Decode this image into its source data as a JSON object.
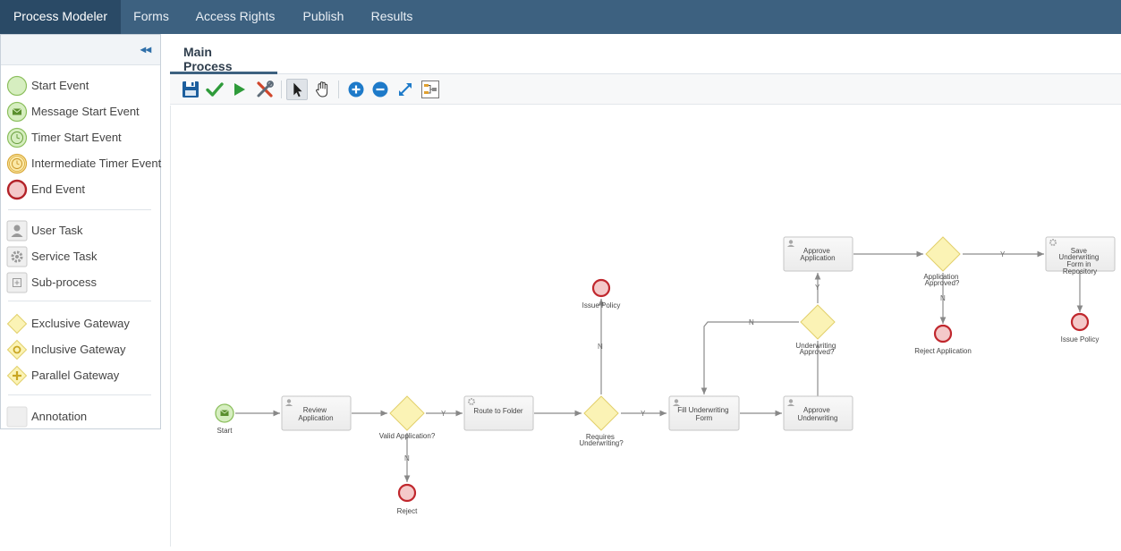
{
  "nav": {
    "items": [
      {
        "label": "Process Modeler",
        "active": true
      },
      {
        "label": "Forms"
      },
      {
        "label": "Access Rights"
      },
      {
        "label": "Publish"
      },
      {
        "label": "Results"
      }
    ]
  },
  "palette": {
    "collapse_icon": "double-chevron-left-icon",
    "events": [
      {
        "label": "Start Event",
        "icon": "start-event-icon"
      },
      {
        "label": "Message Start Event",
        "icon": "message-start-event-icon"
      },
      {
        "label": "Timer Start Event",
        "icon": "timer-start-event-icon"
      },
      {
        "label": "Intermediate Timer Event",
        "icon": "intermediate-timer-event-icon"
      },
      {
        "label": "End Event",
        "icon": "end-event-icon"
      }
    ],
    "tasks": [
      {
        "label": "User Task",
        "icon": "user-task-icon"
      },
      {
        "label": "Service Task",
        "icon": "service-task-icon"
      },
      {
        "label": "Sub-process",
        "icon": "sub-process-icon"
      }
    ],
    "gateways": [
      {
        "label": "Exclusive Gateway",
        "icon": "exclusive-gateway-icon"
      },
      {
        "label": "Inclusive Gateway",
        "icon": "inclusive-gateway-icon"
      },
      {
        "label": "Parallel Gateway",
        "icon": "parallel-gateway-icon"
      }
    ],
    "other": [
      {
        "label": "Annotation",
        "icon": "annotation-icon"
      }
    ]
  },
  "tabs": [
    {
      "label": "Main Process",
      "active": true
    }
  ],
  "toolbar": [
    {
      "name": "save-icon",
      "tooltip": ""
    },
    {
      "name": "validate-check-icon"
    },
    {
      "name": "run-play-icon"
    },
    {
      "name": "tools-icon"
    },
    {
      "name": "pointer-icon",
      "selected": true
    },
    {
      "name": "hand-pan-icon"
    },
    {
      "name": "zoom-in-icon"
    },
    {
      "name": "zoom-out-icon"
    },
    {
      "name": "fit-expand-icon"
    },
    {
      "name": "layout-icon"
    }
  ],
  "diagram": {
    "start": "Start",
    "review_application": [
      "Review",
      "Application"
    ],
    "valid_application": "Valid Application?",
    "reject": "Reject",
    "route_to_folder": "Route to Folder",
    "requires_underwriting": [
      "Requires",
      "Underwriting?"
    ],
    "issue_policy_1": "Issue Policy",
    "fill_underwriting_form": [
      "Fill Underwriting",
      "Form"
    ],
    "approve_underwriting": [
      "Approve",
      "Underwriting"
    ],
    "underwriting_approved": [
      "Underwriting",
      "Approved?"
    ],
    "approve_application": [
      "Approve",
      "Application"
    ],
    "application_approved": [
      "Application",
      "Approved?"
    ],
    "reject_application": "Reject Application",
    "save_underwriting_form": [
      "Save",
      "Underwriting",
      "Form in",
      "Repository"
    ],
    "issue_policy_2": "Issue Policy",
    "flow_labels": {
      "yes": "Y",
      "no": "N"
    }
  },
  "colors": {
    "topbar": "#3d6180",
    "accent": "#2f6fa9",
    "end_event": "#c0272d",
    "gateway": "#fbf3b5",
    "start_event": "#d6eec0"
  }
}
